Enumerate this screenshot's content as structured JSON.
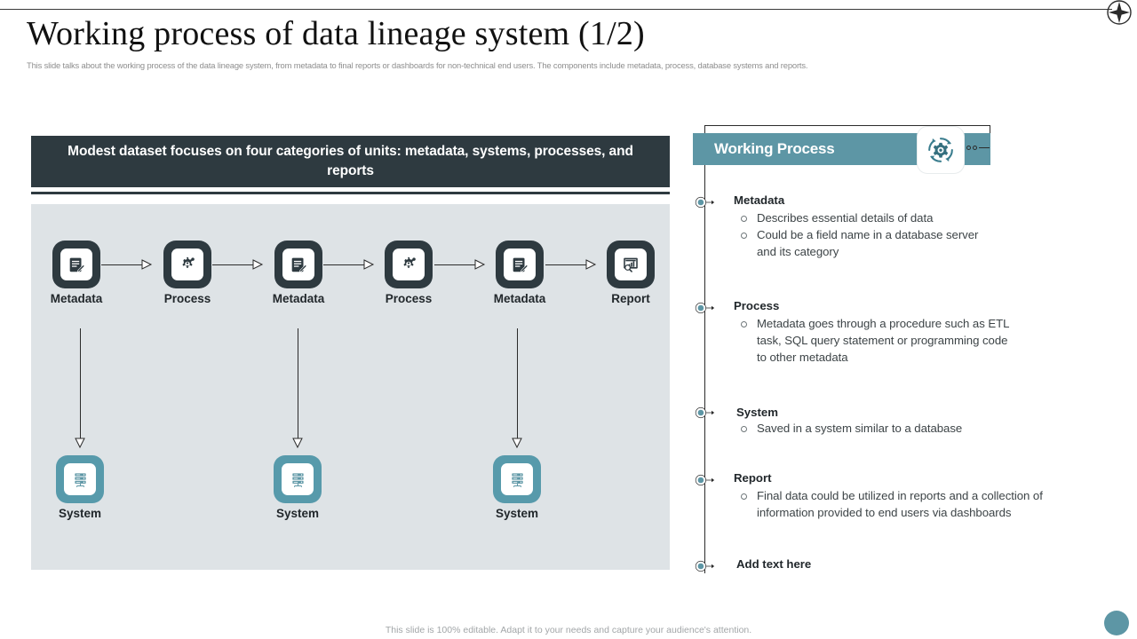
{
  "slide": {
    "title": "Working process of data lineage system (1/2)",
    "subtitle": "This slide talks about the working process of the data lineage system, from metadata to final reports or dashboards for non-technical end users. The components include metadata, process, database systems and reports.",
    "footer_note": "This slide is 100% editable. Adapt it to your needs and capture your audience's attention.",
    "logo_icon": "four-point-star-icon"
  },
  "colors": {
    "dark": "#2e3a40",
    "teal": "#5d96a5",
    "panel": "#dee3e6",
    "body_text": "#3d4447",
    "muted": "#8e8e8e"
  },
  "left_panel": {
    "banner": "Modest dataset focuses on four categories of units: metadata, systems, processes, and reports",
    "flow_nodes": [
      {
        "label": "Metadata",
        "icon": "document-edit-icon",
        "kind": "dark"
      },
      {
        "label": "Process",
        "icon": "gear-settings-icon",
        "kind": "dark"
      },
      {
        "label": "Metadata",
        "icon": "document-edit-icon",
        "kind": "dark"
      },
      {
        "label": "Process",
        "icon": "gear-settings-icon",
        "kind": "dark"
      },
      {
        "label": "Metadata",
        "icon": "document-edit-icon",
        "kind": "dark"
      },
      {
        "label": "Report",
        "icon": "report-chart-search-icon",
        "kind": "dark"
      }
    ],
    "system_nodes": [
      {
        "label": "System",
        "icon": "database-server-icon",
        "kind": "teal"
      },
      {
        "label": "System",
        "icon": "database-server-icon",
        "kind": "teal"
      },
      {
        "label": "System",
        "icon": "database-server-icon",
        "kind": "teal"
      }
    ]
  },
  "right_panel": {
    "header": "Working Process",
    "header_icon": "process-cycle-gear-icon",
    "items": [
      {
        "heading": "Metadata",
        "bullets": [
          "Describes essential details of data",
          "Could be a field name in a database server and its category"
        ]
      },
      {
        "heading": "Process",
        "bullets": [
          "Metadata goes through a procedure such as ETL task, SQL query statement or programming code to other metadata"
        ]
      },
      {
        "heading": "System",
        "bullets": [
          "Saved in a system similar to a database"
        ]
      },
      {
        "heading": "Report",
        "bullets": [
          "Final data could be utilized in reports and a collection of information provided to end users via dashboards"
        ]
      },
      {
        "heading": "Add text here",
        "bullets": []
      }
    ]
  }
}
